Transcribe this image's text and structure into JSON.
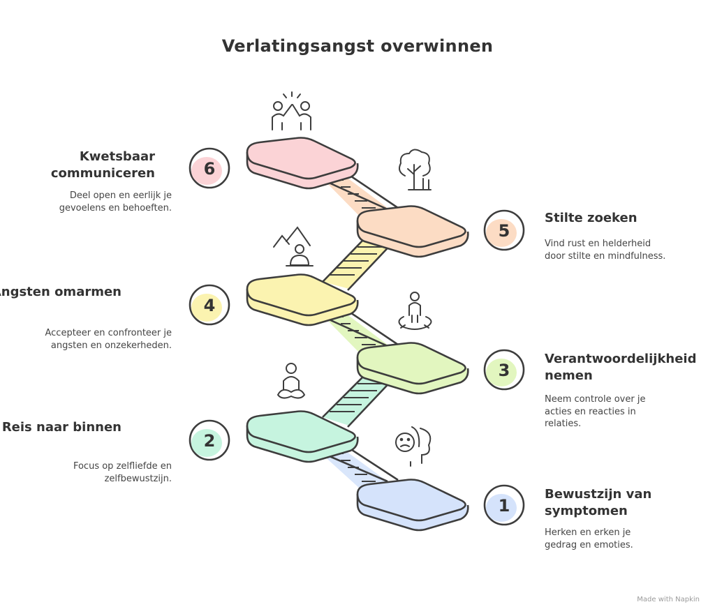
{
  "title": "Verlatingsangst overwinnen",
  "steps": [
    {
      "number": "1",
      "title": "Bewustzijn van symptomen",
      "description": "Herken en erken je gedrag en emoties.",
      "color": "#d5e3fb",
      "icon": "confused-face-icon"
    },
    {
      "number": "2",
      "title": "Reis naar binnen",
      "description": "Focus op zelfliefde en zelfbewustzijn.",
      "color": "#c6f4df",
      "icon": "meditating-person-icon"
    },
    {
      "number": "3",
      "title": "Verantwoordelijkheid nemen",
      "description": "Neem controle over je acties en reacties in relaties.",
      "color": "#e2f6bf",
      "icon": "person-in-circle-icon"
    },
    {
      "number": "4",
      "title": "Angsten omarmen",
      "description": "Accepteer en confronteer je angsten en onzekerheden.",
      "color": "#fbf3b0",
      "icon": "meditation-mountains-icon"
    },
    {
      "number": "5",
      "title": "Stilte zoeken",
      "description": "Vind rust en helderheid door stilte en mindfulness.",
      "color": "#fcdcc4",
      "icon": "tree-icon"
    },
    {
      "number": "6",
      "title": "Kwetsbaar communiceren",
      "description": "Deel open en eerlijk je gevoelens en behoeften.",
      "color": "#fbd3d6",
      "icon": "high-five-icon"
    }
  ],
  "footer": "Made with Napkin",
  "stroke_color": "#3d3d3d"
}
